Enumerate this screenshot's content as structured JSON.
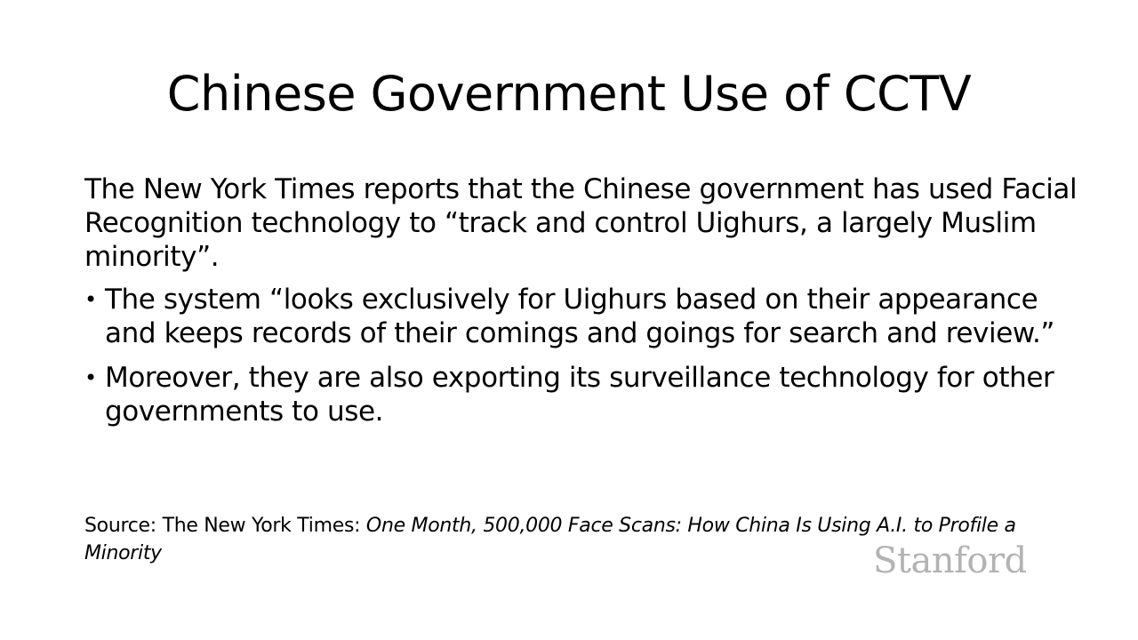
{
  "slide": {
    "title": "Chinese Government Use of CCTV",
    "intro": "The New York Times reports that the Chinese government has used Facial Recognition technology to “track and control Uighurs, a largely Muslim minority”.",
    "bullets": [
      {
        "marker": "•",
        "text": "The system “looks exclusively for Uighurs based on their appearance and keeps records of their comings and goings for search and review.”"
      },
      {
        "marker": "•",
        "text": "Moreover, they are also exporting its surveillance technology for other governments to use."
      }
    ],
    "source": {
      "prefix": "Source: The New York Times: ",
      "title": "One Month, 500,000 Face Scans: How China Is Using A.I. to Profile a Minority"
    },
    "logo": "Stanford"
  }
}
